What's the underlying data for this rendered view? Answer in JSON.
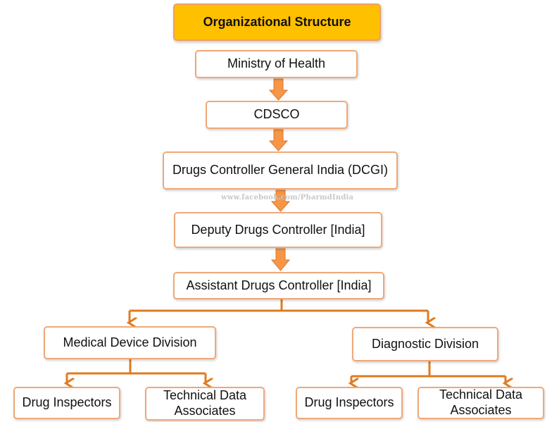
{
  "title": "Organizational Structure",
  "nodes": {
    "ministry": "Ministry of Health",
    "cdsco": "CDSCO",
    "dcgi": "Drugs Controller General India (DCGI)",
    "deputy": "Deputy Drugs Controller [India]",
    "assistant": "Assistant Drugs Controller [India]",
    "medical_device": "Medical Device Division",
    "diagnostic": "Diagnostic Division",
    "left_inspectors": "Drug Inspectors",
    "left_tda_line1": "Technical Data",
    "left_tda_line2": "Associates",
    "right_inspectors": "Drug Inspectors",
    "right_tda_line1": "Technical Data",
    "right_tda_line2": "Associates"
  },
  "watermark": "www.facebook.com/PharmdIndia",
  "colors": {
    "title_fill": "#ffc000",
    "box_border": "#f0a878",
    "block_arrow": "#f79646",
    "connector": "#e07b1f"
  }
}
